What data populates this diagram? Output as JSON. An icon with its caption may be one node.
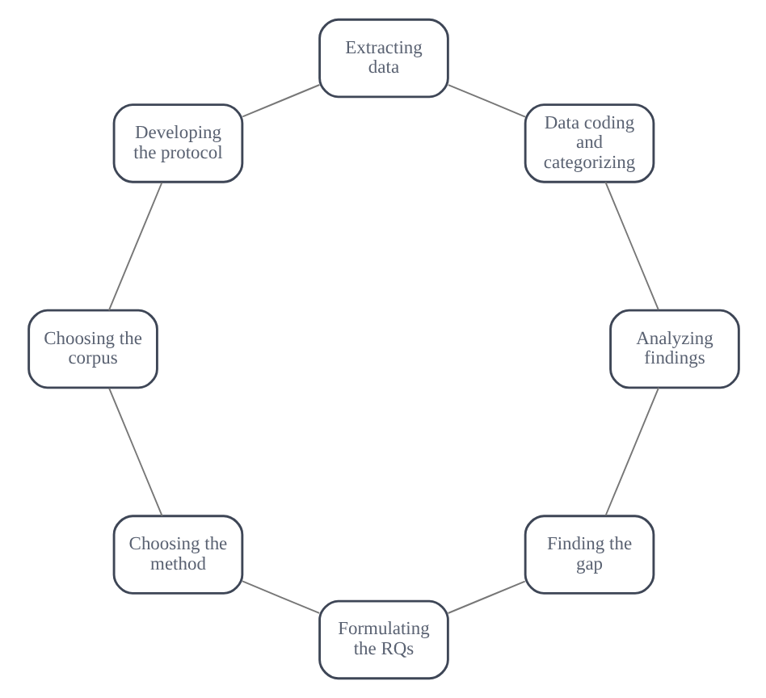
{
  "diagram": {
    "nodes": [
      {
        "text": [
          "Finding the gap"
        ]
      },
      {
        "text": [
          "Formulating the RQs"
        ]
      },
      {
        "text": [
          "Choosing the method"
        ]
      },
      {
        "text": [
          "Choosing the corpus"
        ]
      },
      {
        "text": [
          "Developing the protocol"
        ]
      },
      {
        "text": [
          "Extracting data"
        ]
      },
      {
        "text": [
          "Data coding and categorizing"
        ]
      },
      {
        "text": [
          "Analyzing findings"
        ]
      }
    ],
    "edges": [
      {
        "from": 0,
        "to": 1,
        "arrow": "none"
      },
      {
        "from": 1,
        "to": 2,
        "arrow": "none"
      },
      {
        "from": 2,
        "to": 3,
        "arrow": "none"
      },
      {
        "from": 3,
        "to": 4,
        "arrow": "none"
      },
      {
        "from": 4,
        "to": 5,
        "arrow": "none"
      },
      {
        "from": 5,
        "to": 6,
        "arrow": "none"
      },
      {
        "from": 6,
        "to": 7,
        "arrow": "none"
      },
      {
        "from": 7,
        "to": 0,
        "arrow": "none"
      }
    ]
  }
}
